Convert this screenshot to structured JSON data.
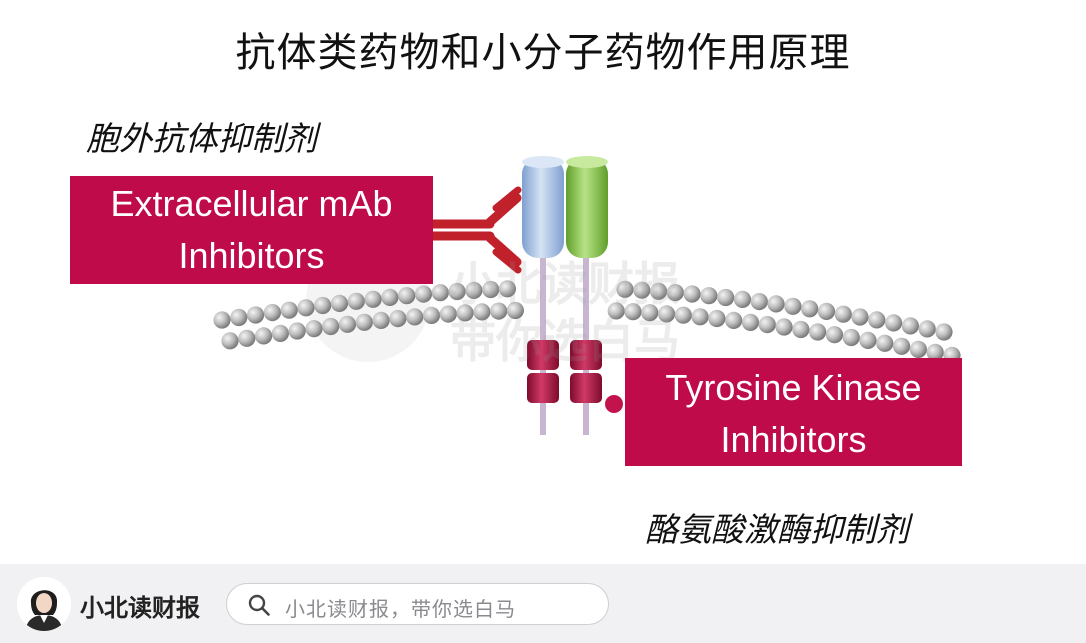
{
  "title": "抗体类药物和小分子药物作用原理",
  "labels": {
    "mab_cn": "胞外抗体抑制剂",
    "mab_en_line1": "Extracellular mAb",
    "mab_en_line2": "Inhibitors",
    "tki_en_line1": "Tyrosine Kinase",
    "tki_en_line2": "Inhibitors",
    "tki_cn": "酪氨酸激酶抑制剂"
  },
  "watermark": {
    "line1": "小北读财报",
    "line2": "带你选白马"
  },
  "footer": {
    "brand": "小北读财报",
    "search_placeholder": "小北读财报，带你选白马",
    "search_icon": "search-icon",
    "avatar_icon": "avatar"
  },
  "colors": {
    "box": "#bf0b4a",
    "antibody": "#c0212b",
    "receptor_blue": "#a9c3e6",
    "receptor_green": "#8cc84b",
    "kinase": "#b2103f",
    "membrane_bead": "#b9b9b9"
  }
}
